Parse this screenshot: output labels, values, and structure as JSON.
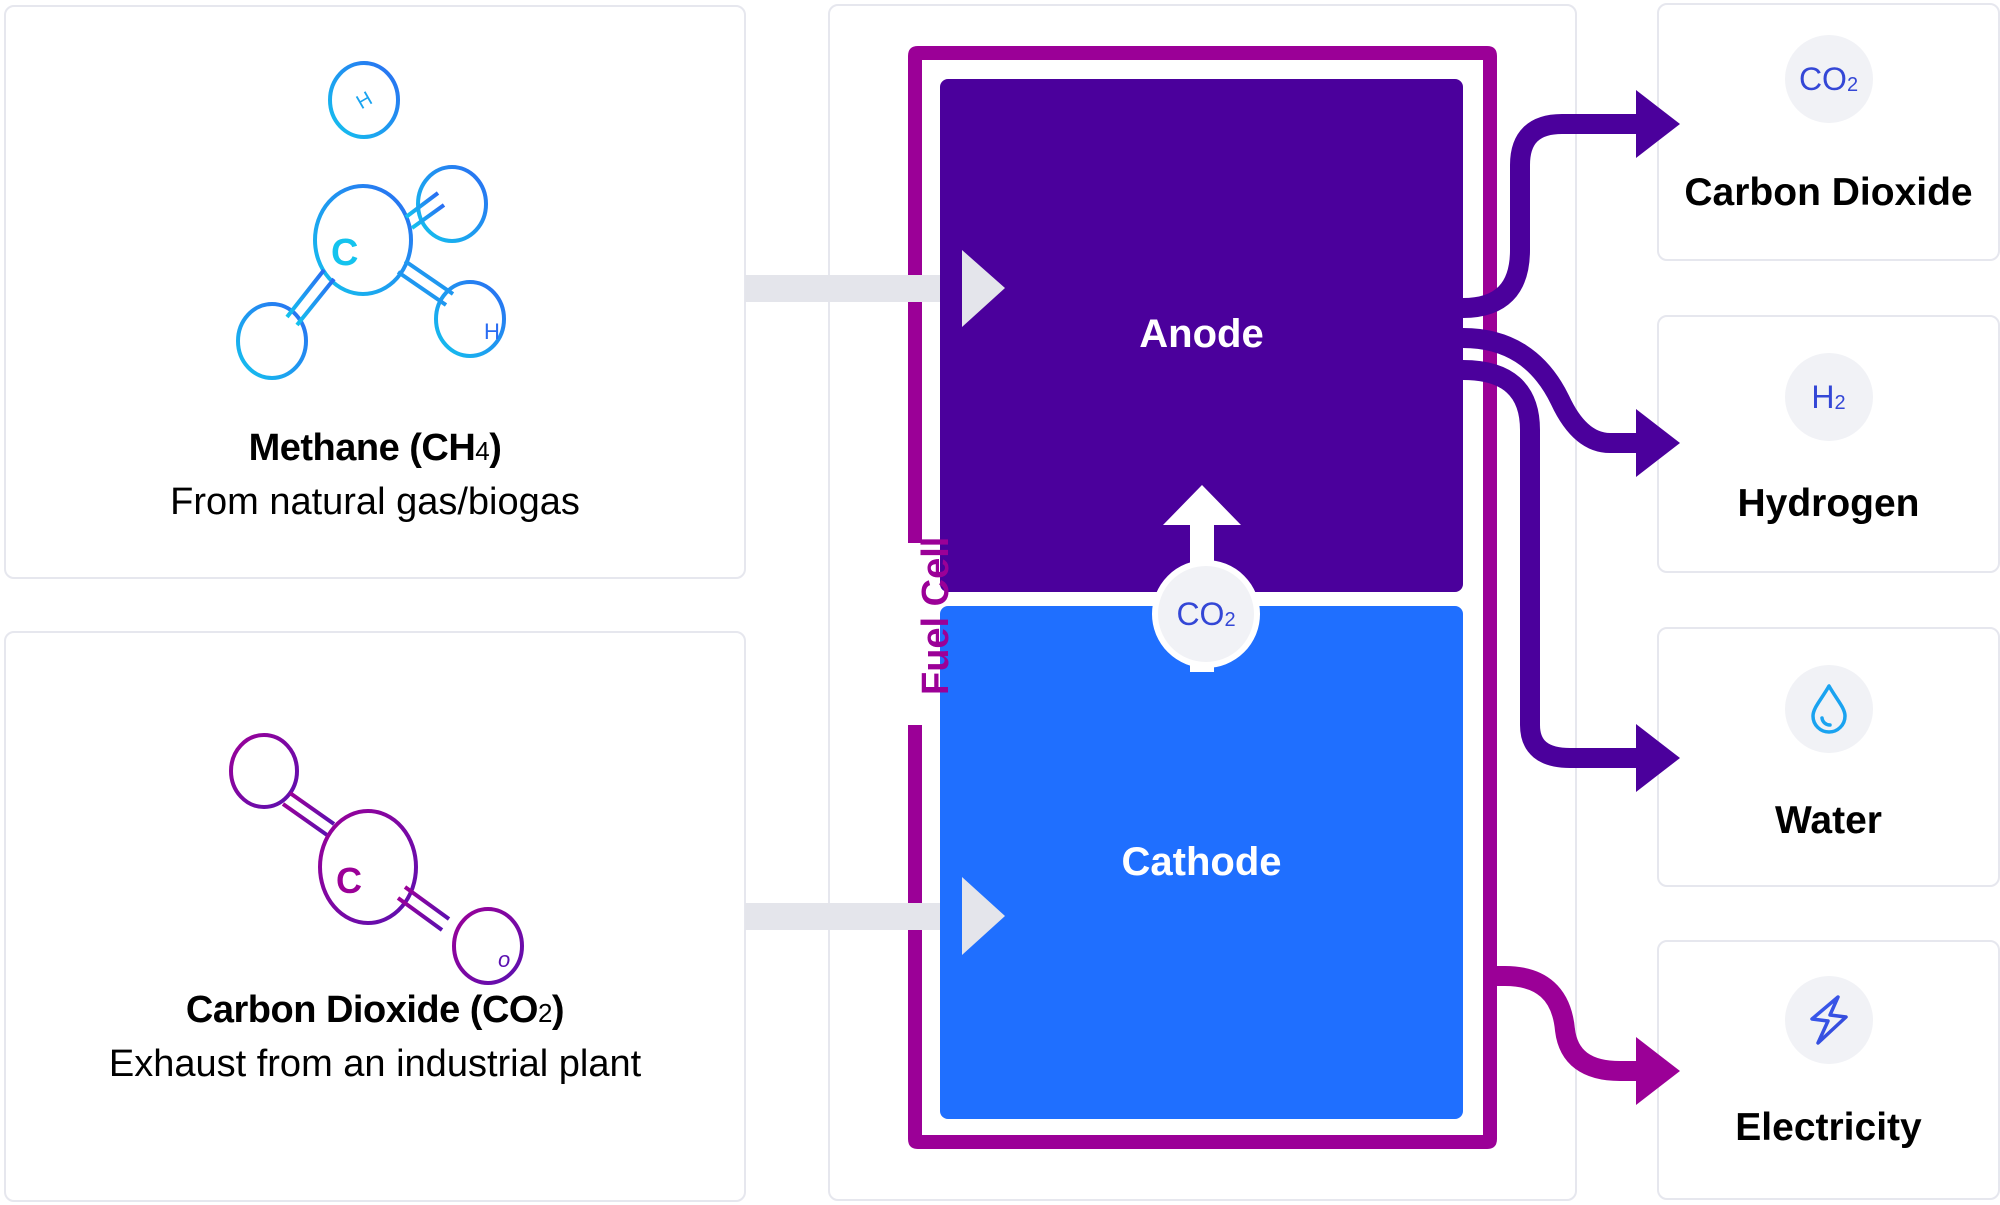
{
  "inputs": [
    {
      "id": "methane",
      "title": "Methane (CH",
      "title_sub": "4",
      "title_end": ")",
      "subtitle": "From natural gas/biogas",
      "icon": "methane-molecule-icon",
      "color": "#1aa3f0"
    },
    {
      "id": "co2",
      "title": "Carbon Dioxide (CO",
      "title_sub": "2",
      "title_end": ")",
      "subtitle": "Exhaust from an industrial plant",
      "icon": "co2-molecule-icon",
      "color": "#9b0097"
    }
  ],
  "fuel_cell": {
    "label": "Fuel Cell",
    "anode": "Anode",
    "cathode": "Cathode",
    "transfer": {
      "main": "CO",
      "sub": "2"
    },
    "colors": {
      "frame": "#9b0097",
      "anode": "#4b009c",
      "cathode": "#1f6fff",
      "input_arrow": "#e4e5eb"
    }
  },
  "outputs": [
    {
      "id": "carbon-dioxide",
      "label": "Carbon Dioxide",
      "badge_main": "CO",
      "badge_sub": "2",
      "icon": "co2-text-icon",
      "from": "anode"
    },
    {
      "id": "hydrogen",
      "label": "Hydrogen",
      "badge_main": "H",
      "badge_sub": "2",
      "icon": "h2-text-icon",
      "from": "anode"
    },
    {
      "id": "water",
      "label": "Water",
      "badge_main": "",
      "badge_sub": "",
      "icon": "water-drop-icon",
      "from": "anode"
    },
    {
      "id": "electricity",
      "label": "Electricity",
      "badge_main": "",
      "badge_sub": "",
      "icon": "lightning-bolt-icon",
      "from": "frame"
    }
  ]
}
